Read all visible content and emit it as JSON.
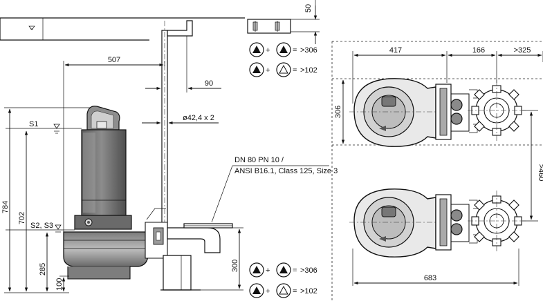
{
  "side_view": {
    "dim_507": "507",
    "dim_90": "90",
    "dim_pipe_dia": "ø42,4 x 2",
    "label_s1": "S1",
    "label_s2s3": "S2, S3",
    "dim_784": "784",
    "dim_702": "702",
    "dim_285": "285",
    "dim_100": "100",
    "dim_300": "300",
    "flange_line1": "DN 80 PN 10 /",
    "flange_line2": "ANSI B16.1, Class 125, Size 3",
    "dim_50": "50"
  },
  "clearance": {
    "top_row1": ">306",
    "top_row2": ">102",
    "bottom_row1": ">306",
    "bottom_row2": ">102",
    "plus": "+"
  },
  "plan_view": {
    "dim_417": "417",
    "dim_166": "166",
    "dim_325": ">325",
    "dim_306": "306",
    "dim_460": ">460",
    "dim_683": "683"
  },
  "colors": {
    "pump_dark": "#6f6f6f",
    "pump_mid": "#9a9a9a",
    "pump_light": "#c9c9c9",
    "line": "#111111"
  }
}
